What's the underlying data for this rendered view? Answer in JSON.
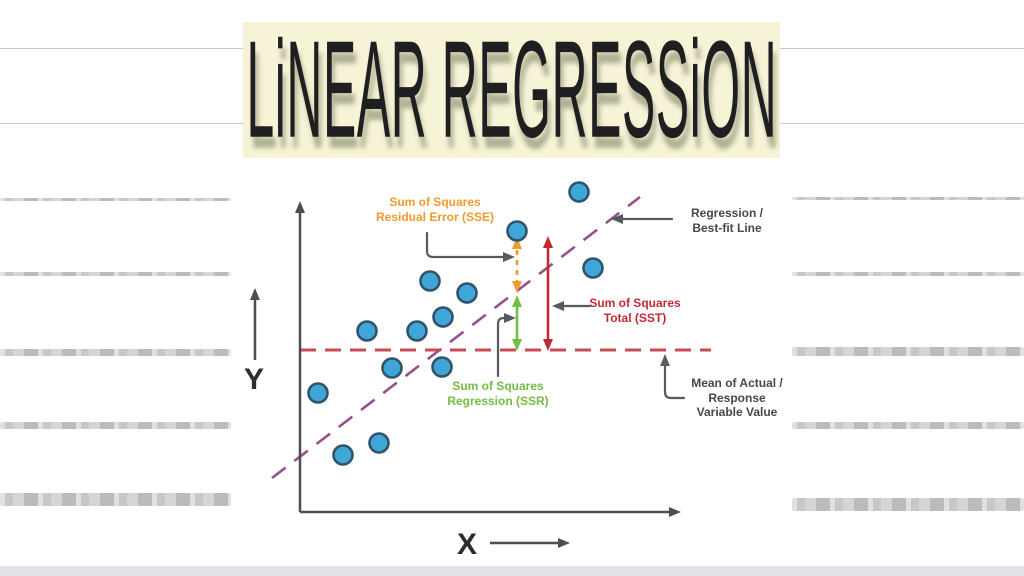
{
  "title": {
    "text": "LiNEAR REGRESSiON"
  },
  "axis": {
    "y_label": "Y",
    "x_label": "X"
  },
  "labels": {
    "sse": {
      "line1": "Sum of Squares",
      "line2": "Residual Error (SSE)"
    },
    "ssr": {
      "line1": "Sum of Squares",
      "line2": "Regression (SSR)"
    },
    "sst": {
      "line1": "Sum of Squares",
      "line2": "Total (SST)"
    },
    "regression": {
      "line1": "Regression /",
      "line2": "Best-fit Line"
    },
    "mean": {
      "line1": "Mean of Actual /",
      "line2": "Response",
      "line3": "Variable Value"
    }
  },
  "colors": {
    "banner-bg": "#f7f3d6",
    "title-ink": "#1f1f22",
    "point-fill": "#3ea7d8",
    "point-stroke": "#33536b",
    "regression-line": "#96508a",
    "mean-line": "#c84a57",
    "sse": "#ef9b2d",
    "ssr": "#72bd44",
    "sst": "#c22a33",
    "leader": "#595a60",
    "axis": "#4d4e54",
    "label-dark": "#47474d"
  },
  "points": [
    [
      579,
      192
    ],
    [
      517,
      231
    ],
    [
      593,
      268
    ],
    [
      430,
      281
    ],
    [
      467,
      293
    ],
    [
      443,
      317
    ],
    [
      367,
      331
    ],
    [
      417,
      331
    ],
    [
      392,
      368
    ],
    [
      442,
      367
    ],
    [
      318,
      393
    ],
    [
      379,
      443
    ],
    [
      343,
      455
    ]
  ]
}
